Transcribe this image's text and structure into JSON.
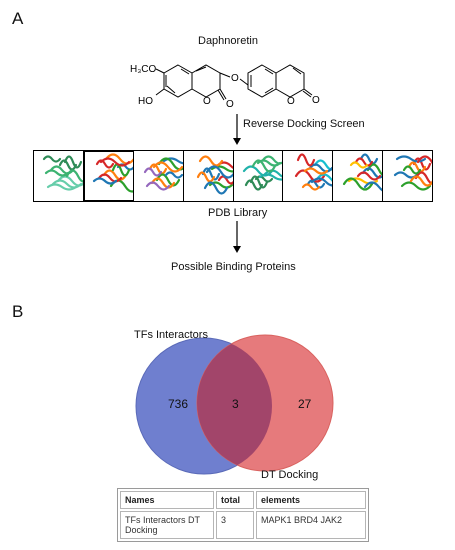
{
  "panel_a": {
    "label": "A",
    "compound_name": "Daphnoretin",
    "chem": {
      "methoxy": "H₃CO",
      "hydroxy": "HO",
      "o_bridge": "O",
      "o1": "O",
      "o2": "O",
      "o3": "O",
      "o4": "O"
    },
    "step1_label": "Reverse Docking Screen",
    "library_label": "PDB Library",
    "output_label": "Possible Binding Proteins",
    "protein_count": 8
  },
  "panel_b": {
    "label": "B",
    "venn": {
      "set_a_name": "TFs Interactors",
      "set_b_name": "DT Docking",
      "only_a": "736",
      "both": "3",
      "only_b": "27",
      "colors": {
        "set_a": "#6f7fcf",
        "set_b": "#e67a7c",
        "overlap": "#a2456a"
      }
    },
    "table": {
      "headers": [
        "Names",
        "total",
        "elements"
      ],
      "rows": [
        [
          "TFs Interactors DT Docking",
          "3",
          "MAPK1 BRD4 JAK2"
        ]
      ]
    }
  }
}
